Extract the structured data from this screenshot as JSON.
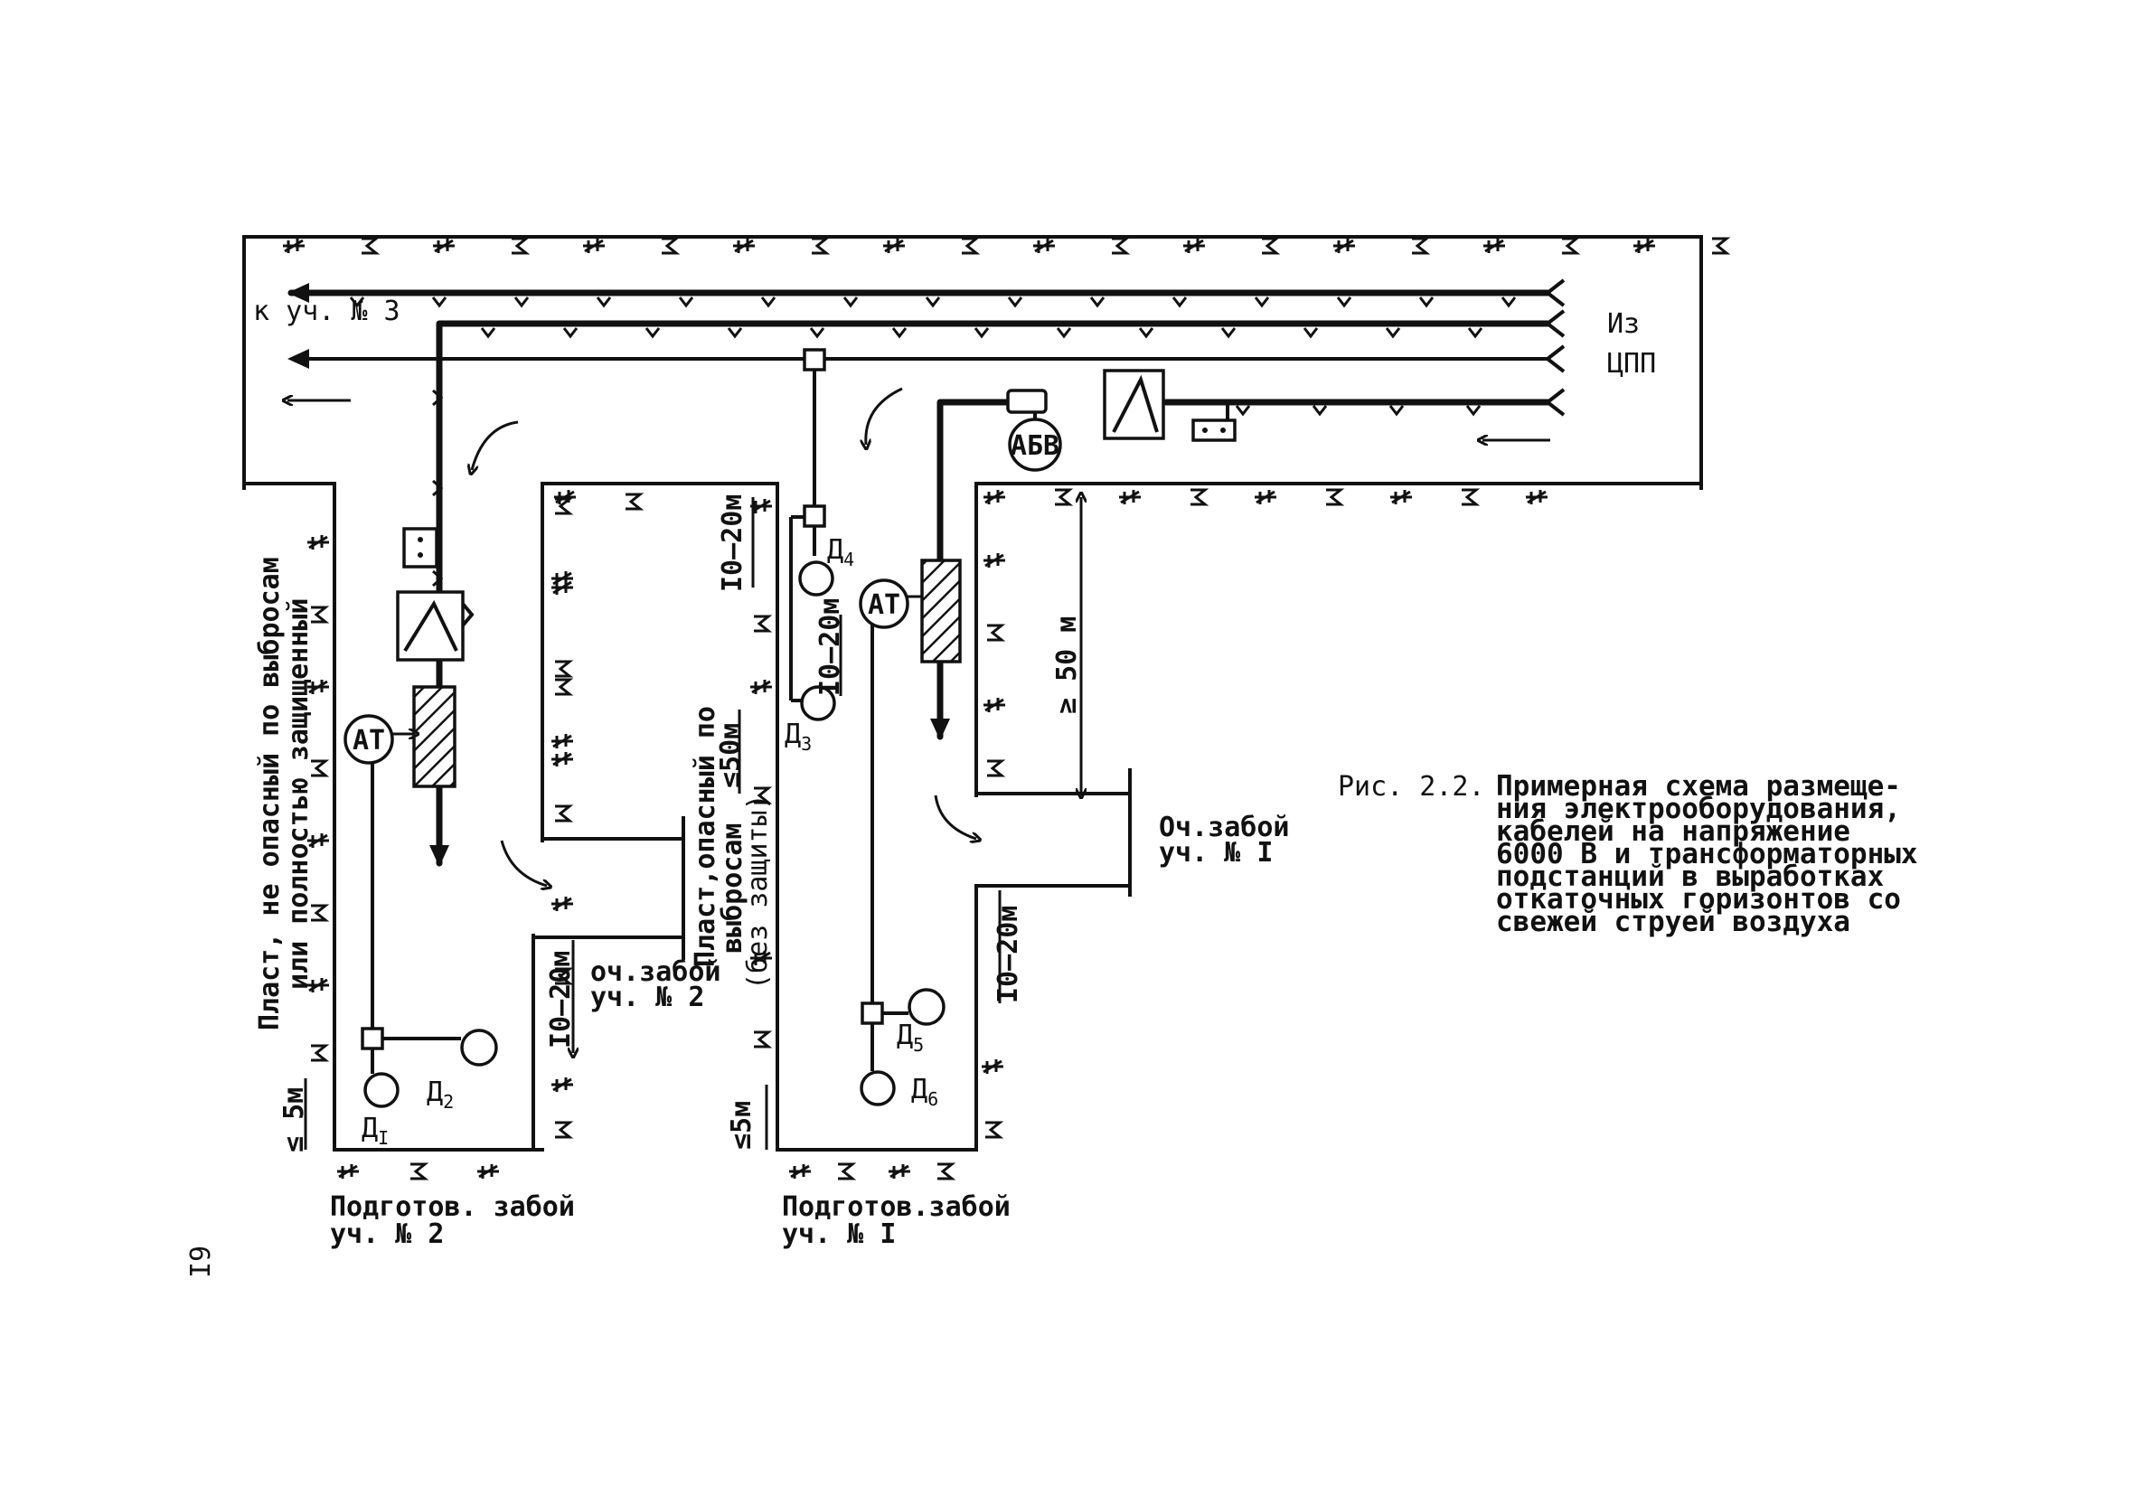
{
  "labels": {
    "to_section_3": "к уч. № 3",
    "from_cpp_1": "Из",
    "from_cpp_2": "ЦПП",
    "abv": "АБВ",
    "at_left": "АТ",
    "at_right": "АТ",
    "d1": "Д",
    "d1_sub": "I",
    "d2": "Д",
    "d2_sub": "2",
    "d3": "Д",
    "d3_sub": "3",
    "d4": "Д",
    "d4_sub": "4",
    "d5": "Д",
    "d5_sub": "5",
    "d6": "Д",
    "d6_sub": "6",
    "dist_10_20_a": "I0–20м",
    "dist_10_20_b": "I0–20м",
    "dist_10_20_c": "I0–20м",
    "dist_10_20_d": "I0–20м",
    "dist_le50": "≤50м",
    "dist_ge50": "≥ 50 м",
    "dist_le5_a": "≤ 5м",
    "dist_le5_b": "≤5м",
    "seam_safe_1": "Пласт, не опасный по выбросам",
    "seam_safe_2": "или полностью защищенный",
    "seam_danger_1": "Пласт,опасный по",
    "seam_danger_2": "выбросам",
    "seam_danger_3": "(без защиты)",
    "face_clean_2_1": "оч.забой",
    "face_clean_2_2": "уч. № 2",
    "face_clean_1_1": "Оч.забой",
    "face_clean_1_2": "уч. № I",
    "face_prep_2_1": "Подготов. забой",
    "face_prep_2_2": "уч. № 2",
    "face_prep_1_1": "Подготов.забой",
    "face_prep_1_2": "уч. № I",
    "page_number": "6I"
  },
  "caption": {
    "prefix": "Рис. 2.2.",
    "lines": [
      "Примерная схема размеще-",
      "ния электрооборудования,",
      "кабелей на напряжение",
      "6000 В и трансформаторных",
      "подстанций в выработках",
      "откаточных горизонтов со",
      "свежей струей воздуха"
    ]
  },
  "icons": {
    "support_marks": "hatch-support-icon",
    "air_flow": "arrow-icon"
  },
  "colors": {
    "ink": "#111111",
    "paper": "#ffffff"
  }
}
